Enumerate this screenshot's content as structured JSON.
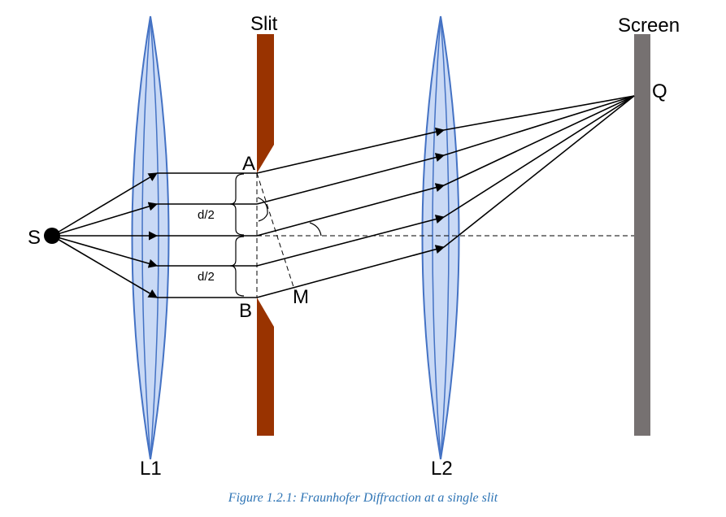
{
  "labels": {
    "source": "S",
    "lens1": "L1",
    "lens2": "L2",
    "slit": "Slit",
    "screen": "Screen",
    "point_q": "Q",
    "point_a": "A",
    "point_b": "B",
    "point_m": "M",
    "half_width_upper": "d/2",
    "half_width_lower": "d/2"
  },
  "caption": "Figure 1.2.1: Fraunhofer Diffraction at a single slit",
  "colors": {
    "lens_fill": "#c9d9f5",
    "lens_stroke": "#4472c4",
    "slit": "#993300",
    "screen": "#767171",
    "caption": "#2e74b5"
  }
}
